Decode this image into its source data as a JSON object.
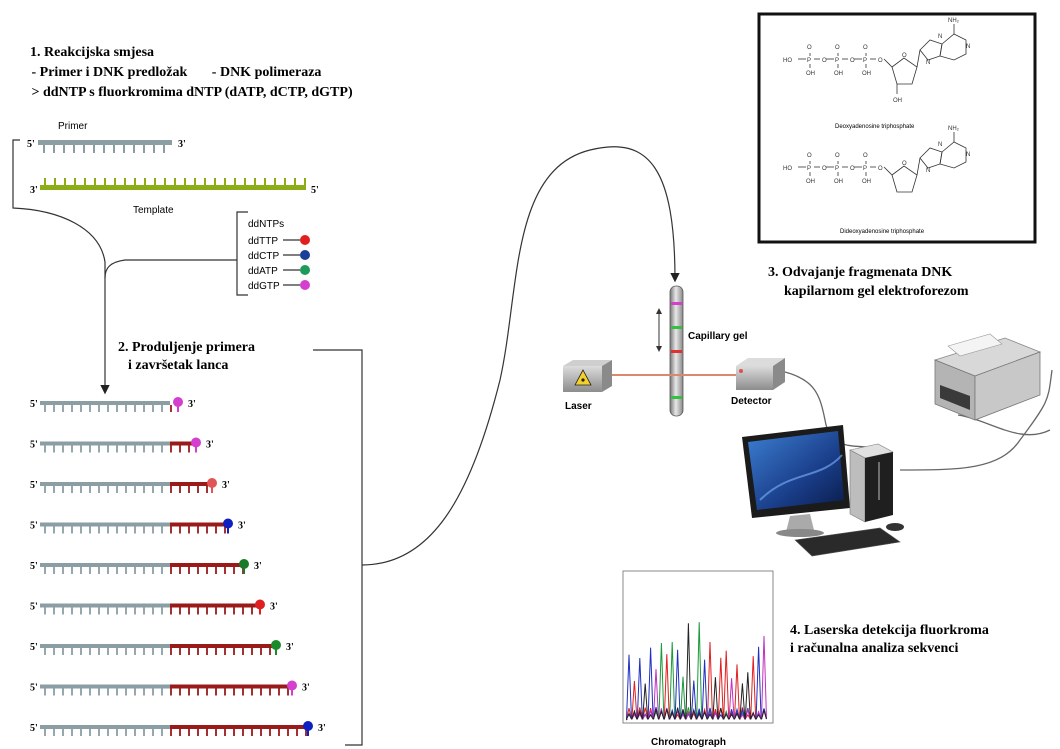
{
  "step1": {
    "title": "1. Reakcijska smjesa",
    "line1": " - Primer i DNK predložak       - DNK polimeraza",
    "line2": " > ddNTP s fluorkromima dNTP (dATP, dCTP, dGTP)"
  },
  "primer": {
    "label": "Primer",
    "five": "5'",
    "three": "3'"
  },
  "template": {
    "label": "Template",
    "three": "3'",
    "five": "5'"
  },
  "ddntps": {
    "title": "ddNTPs",
    "items": [
      {
        "label": "ddTTP",
        "color": "#e02020"
      },
      {
        "label": "ddCTP",
        "color": "#1a3f9a"
      },
      {
        "label": "ddATP",
        "color": "#1f9a5a"
      },
      {
        "label": "ddGTP",
        "color": "#d43fd0"
      }
    ]
  },
  "step2": {
    "line1": "2. Produljenje primera",
    "line2": "i završetak lanca"
  },
  "fragments": {
    "five": "5'",
    "three": "3'",
    "items": [
      {
        "ext": 0,
        "color": "#d43fd0"
      },
      {
        "ext": 1,
        "color": "#d43fd0"
      },
      {
        "ext": 2,
        "color": "#e05555"
      },
      {
        "ext": 3,
        "color": "#1020c0"
      },
      {
        "ext": 4,
        "color": "#1a7a2a"
      },
      {
        "ext": 5,
        "color": "#e02020"
      },
      {
        "ext": 6,
        "color": "#1a8a2a"
      },
      {
        "ext": 7,
        "color": "#d43fd0"
      },
      {
        "ext": 8,
        "color": "#1020c0"
      }
    ]
  },
  "structures": {
    "top_caption": "Deoxyadenosine triphosphate",
    "bottom_caption": "Dideoxyadenosine triphosphate",
    "nh2": "NH₂",
    "oh": "OH"
  },
  "step3": {
    "line1": "3. Odvajanje fragmenata DNK",
    "line2": "kapilarnom gel elektroforezom"
  },
  "apparatus": {
    "capillary": "Capillary gel",
    "laser": "Laser",
    "detector": "Detector"
  },
  "step4": {
    "line1": "4. Laserska detekcija fluorkroma",
    "line2": "i računalna analiza sekvenci"
  },
  "chromatogram": {
    "label": "Chromatograph"
  },
  "colors": {
    "primer": "#8a9ea4",
    "template": "#8cac18",
    "extension": "#9a1a1a"
  }
}
